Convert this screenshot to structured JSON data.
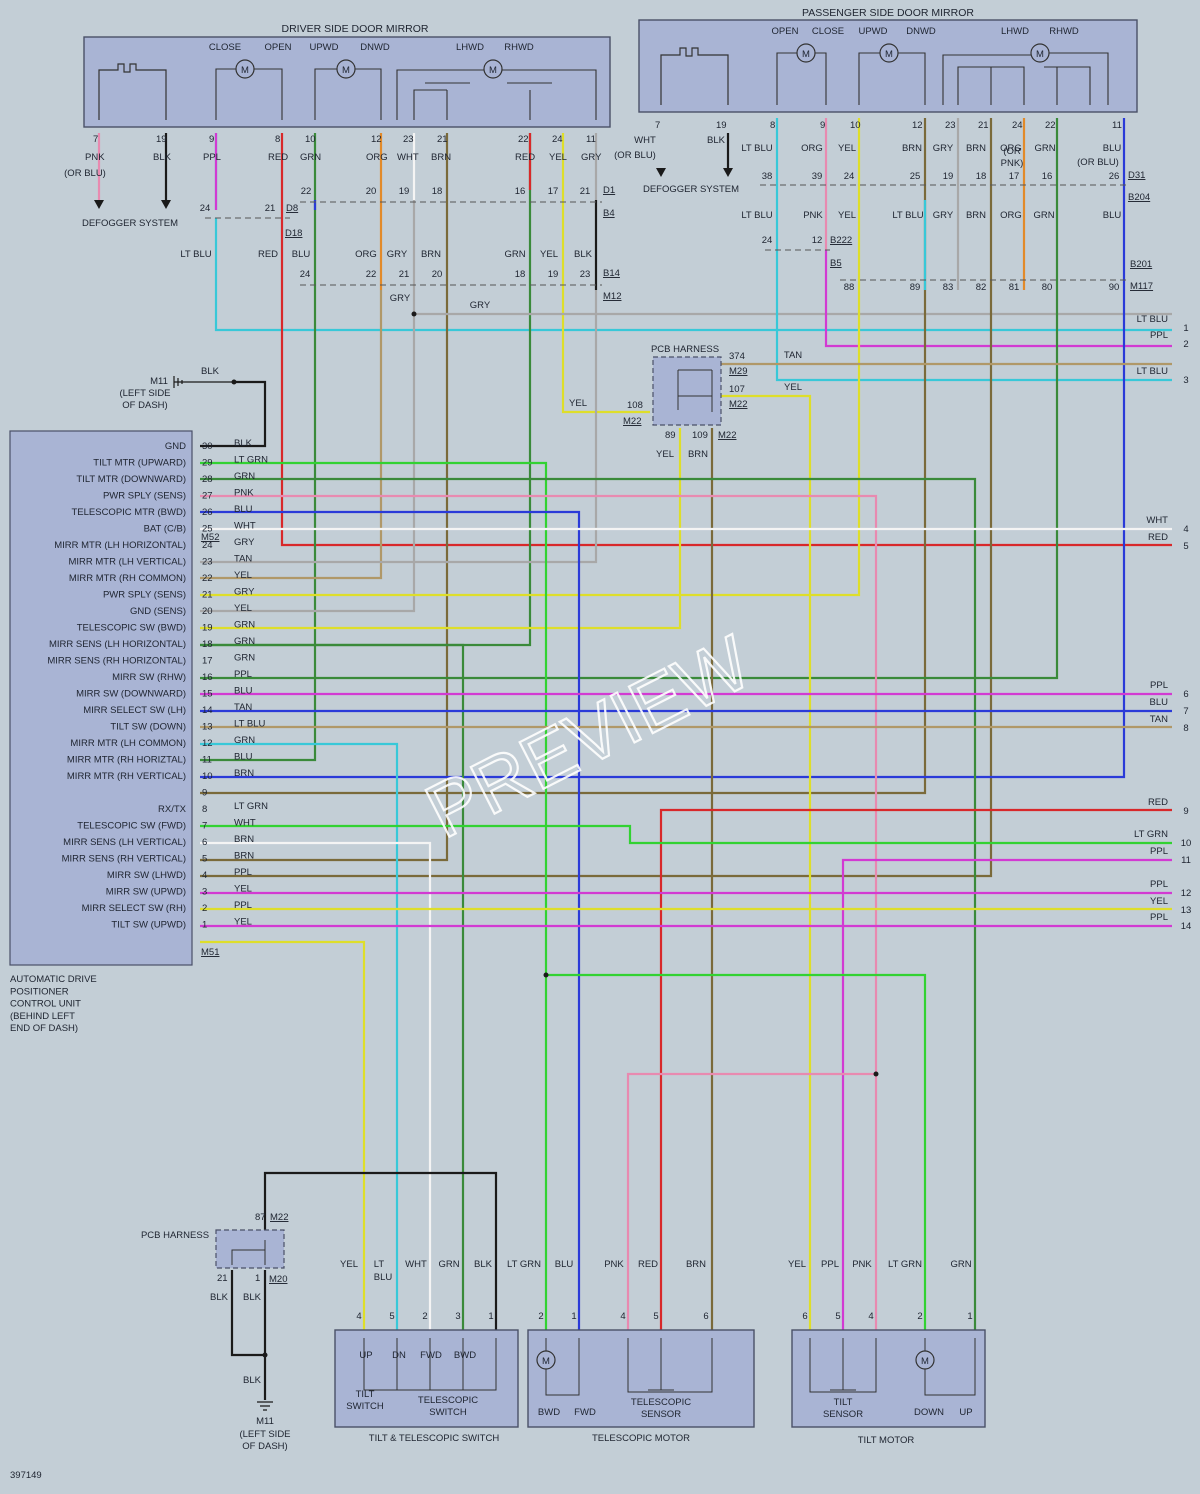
{
  "driver_mirror": {
    "title": "DRIVER SIDE DOOR MIRROR",
    "motors": {
      "close": "CLOSE",
      "open": "OPEN",
      "upwd": "UPWD",
      "dnwd": "DNWD",
      "lhwd": "LHWD",
      "rhwd": "RHWD"
    },
    "pins": [
      "7",
      "19",
      "9",
      "8",
      "10",
      "12",
      "23",
      "21",
      "22",
      "24",
      "11"
    ],
    "colors": [
      "PNK",
      "BLK",
      "PPL",
      "RED",
      "GRN",
      "ORG",
      "WHT",
      "BRN",
      "RED",
      "YEL",
      "GRY"
    ],
    "pnk_alt": "(OR BLU)",
    "defogger": "DEFOGGER SYSTEM"
  },
  "passenger_mirror": {
    "title": "PASSENGER SIDE DOOR MIRROR",
    "motors": {
      "open": "OPEN",
      "close": "CLOSE",
      "upwd": "UPWD",
      "dnwd": "DNWD",
      "lhwd": "LHWD",
      "rhwd": "RHWD"
    },
    "pins": [
      "7",
      "19",
      "8",
      "9",
      "10",
      "12",
      "23",
      "21",
      "24",
      "22",
      "11"
    ],
    "colors": [
      "WHT",
      "BLK",
      "LT BLU",
      "ORG",
      "YEL",
      "BRN",
      "GRY",
      "BRN",
      "ORG",
      "GRN",
      "BLU"
    ],
    "wht_alt": "(OR BLU)",
    "org_alt1": "(OR",
    "org_alt2": "PNK)",
    "blu_alt": "(OR BLU)",
    "defogger": "DEFOGGER SYSTEM"
  },
  "connectors": {
    "d1": "D1",
    "b4": "B4",
    "d8": "D8",
    "d18": "D18",
    "b14": "B14",
    "m12": "M12",
    "d31": "D31",
    "b204": "B204",
    "b222": "B222",
    "b5": "B5",
    "b201": "B201",
    "m117": "M117",
    "m29": "M29",
    "m22": "M22",
    "m52": "M52",
    "m51": "M51",
    "m20": "M20",
    "m11": "M11"
  },
  "driver_rows": {
    "row1_pins": [
      "22",
      "20",
      "19",
      "18",
      "16",
      "17",
      "21"
    ],
    "row1_left": [
      "24",
      "21"
    ],
    "row2_colors": [
      "LT BLU",
      "RED",
      "BLU",
      "ORG",
      "GRY",
      "BRN",
      "GRN",
      "YEL",
      "BLK"
    ],
    "row2_pins": [
      "24",
      "22",
      "21",
      "20",
      "18",
      "19",
      "23"
    ],
    "gry1": "GRY",
    "gry2": "GRY"
  },
  "passenger_rows": {
    "row1_pins": [
      "38",
      "39",
      "24",
      "25",
      "19",
      "18",
      "17",
      "16",
      "26"
    ],
    "row2_colors": [
      "LT BLU",
      "PNK",
      "YEL",
      "LT BLU",
      "GRY",
      "BRN",
      "ORG",
      "GRN",
      "BLU"
    ],
    "row2_pins": [
      "24",
      "12"
    ],
    "row3_pins": [
      "88",
      "89",
      "83",
      "82",
      "81",
      "80",
      "90"
    ]
  },
  "pcb_top": {
    "title": "PCB HARNESS",
    "pins": [
      "374",
      "107",
      "108",
      "89",
      "109"
    ],
    "wires": {
      "tan": "TAN",
      "yel1": "YEL",
      "yel2": "YEL",
      "yel3": "YEL",
      "brn": "BRN"
    }
  },
  "ground_top": {
    "label": "M11",
    "sub1": "(LEFT SIDE",
    "sub2": "OF DASH)",
    "wire": "BLK"
  },
  "ecu": {
    "title_lines": [
      "AUTOMATIC DRIVE",
      "POSITIONER",
      "CONTROL UNIT",
      "(BEHIND LEFT",
      "END OF DASH)"
    ],
    "rows": [
      {
        "pin": "30",
        "func": "GND",
        "color": "BLK"
      },
      {
        "pin": "29",
        "func": "TILT MTR (UPWARD)",
        "color": "LT GRN"
      },
      {
        "pin": "28",
        "func": "TILT MTR (DOWNWARD)",
        "color": "GRN"
      },
      {
        "pin": "27",
        "func": "PWR SPLY (SENS)",
        "color": "PNK"
      },
      {
        "pin": "26",
        "func": "TELESCOPIC MTR (BWD)",
        "color": "BLU"
      },
      {
        "pin": "25",
        "func": "BAT (C/B)",
        "color": "WHT"
      },
      {
        "pin": "24",
        "func": "MIRR MTR (LH HORIZONTAL)",
        "color": "GRY"
      },
      {
        "pin": "23",
        "func": "MIRR MTR (LH VERTICAL)",
        "color": "TAN"
      },
      {
        "pin": "22",
        "func": "MIRR MTR (RH COMMON)",
        "color": "YEL"
      },
      {
        "pin": "21",
        "func": "PWR SPLY (SENS)",
        "color": "GRY"
      },
      {
        "pin": "20",
        "func": "GND (SENS)",
        "color": "YEL"
      },
      {
        "pin": "19",
        "func": "TELESCOPIC SW (BWD)",
        "color": "GRN"
      },
      {
        "pin": "18",
        "func": "MIRR SENS (LH HORIZONTAL)",
        "color": "GRN"
      },
      {
        "pin": "17",
        "func": "MIRR SENS (RH HORIZONTAL)",
        "color": "GRN"
      },
      {
        "pin": "16",
        "func": "MIRR SW (RHW)",
        "color": "PPL"
      },
      {
        "pin": "15",
        "func": "MIRR SW (DOWNWARD)",
        "color": "BLU"
      },
      {
        "pin": "14",
        "func": "MIRR SELECT SW (LH)",
        "color": "TAN"
      },
      {
        "pin": "13",
        "func": "TILT SW (DOWN)",
        "color": "LT BLU"
      },
      {
        "pin": "12",
        "func": "MIRR MTR (LH COMMON)",
        "color": "GRN"
      },
      {
        "pin": "11",
        "func": "MIRR MTR (RH HORIZTAL)",
        "color": "BLU"
      },
      {
        "pin": "10",
        "func": "MIRR MTR (RH VERTICAL)",
        "color": "BRN"
      },
      {
        "pin": "9",
        "func": "",
        "color": ""
      },
      {
        "pin": "8",
        "func": "RX/TX",
        "color": "LT GRN"
      },
      {
        "pin": "7",
        "func": "TELESCOPIC SW (FWD)",
        "color": "WHT"
      },
      {
        "pin": "6",
        "func": "MIRR SENS (LH VERTICAL)",
        "color": "BRN"
      },
      {
        "pin": "5",
        "func": "MIRR SENS (RH VERTICAL)",
        "color": "BRN"
      },
      {
        "pin": "4",
        "func": "MIRR SW (LHWD)",
        "color": "PPL"
      },
      {
        "pin": "3",
        "func": "MIRR SW (UPWD)",
        "color": "YEL"
      },
      {
        "pin": "2",
        "func": "MIRR SELECT SW (RH)",
        "color": "PPL"
      },
      {
        "pin": "1",
        "func": "TILT SW (UPWD)",
        "color": "YEL"
      }
    ]
  },
  "right_edge": [
    {
      "num": "1",
      "color": "LT BLU"
    },
    {
      "num": "2",
      "color": "PPL"
    },
    {
      "num": "3",
      "color": "LT BLU"
    },
    {
      "num": "4",
      "color": "WHT"
    },
    {
      "num": "5",
      "color": "RED"
    },
    {
      "num": "6",
      "color": "PPL"
    },
    {
      "num": "7",
      "color": "BLU"
    },
    {
      "num": "8",
      "color": "TAN"
    },
    {
      "num": "9",
      "color": "RED"
    },
    {
      "num": "10",
      "color": "LT GRN"
    },
    {
      "num": "11",
      "color": "PPL"
    },
    {
      "num": "12",
      "color": "PPL"
    },
    {
      "num": "13",
      "color": "YEL"
    },
    {
      "num": "14",
      "color": "PPL"
    }
  ],
  "pcb_bottom": {
    "title": "PCB HARNESS",
    "pin_top": "87",
    "pins": [
      "21",
      "1"
    ],
    "colors": [
      "BLK",
      "BLK",
      "BLK"
    ]
  },
  "ground_bottom": {
    "label": "M11",
    "sub1": "(LEFT SIDE",
    "sub2": "OF DASH)"
  },
  "tilt_tele_switch": {
    "title": "TILT & TELESCOPIC SWITCH",
    "pins": [
      "4",
      "5",
      "2",
      "3",
      "1"
    ],
    "colors": [
      "YEL",
      "LT",
      "BLU",
      "WHT",
      "GRN",
      "BLK"
    ],
    "labels": {
      "up": "UP",
      "dn": "DN",
      "fwd": "FWD",
      "bwd": "BWD",
      "tilt1": "TILT",
      "tilt2": "SWITCH",
      "tele1": "TELESCOPIC",
      "tele2": "SWITCH"
    }
  },
  "tele_motor": {
    "title": "TELESCOPIC MOTOR",
    "pins": [
      "2",
      "1",
      "4",
      "5",
      "6"
    ],
    "colors": [
      "LT GRN",
      "BLU",
      "PNK",
      "RED",
      "BRN"
    ],
    "labels": {
      "bwd": "BWD",
      "fwd": "FWD",
      "sens1": "TELESCOPIC",
      "sens2": "SENSOR"
    }
  },
  "tilt_motor": {
    "title": "TILT MOTOR",
    "pins": [
      "6",
      "5",
      "4",
      "2",
      "1"
    ],
    "colors": [
      "YEL",
      "PPL",
      "PNK",
      "LT GRN",
      "GRN"
    ],
    "labels": {
      "sens1": "TILT",
      "sens2": "SENSOR",
      "down": "DOWN",
      "up": "UP"
    }
  },
  "footer": {
    "code": "397149"
  },
  "watermark": "PREVIEW",
  "palette": {
    "PNK": "#e88ab0",
    "BLK": "#1a1a1a",
    "PPL": "#d23ad2",
    "RED": "#d8282a",
    "GRN": "#3a8a3a",
    "ORG": "#e28a2a",
    "WHT": "#f4f4f4",
    "BRN": "#7a6a3a",
    "YEL": "#dede2a",
    "GRY": "#a8a8a8",
    "LTBLU": "#38c8d8",
    "BLU": "#2a3ad8",
    "LTGRN": "#32d232",
    "TAN": "#b09868"
  }
}
